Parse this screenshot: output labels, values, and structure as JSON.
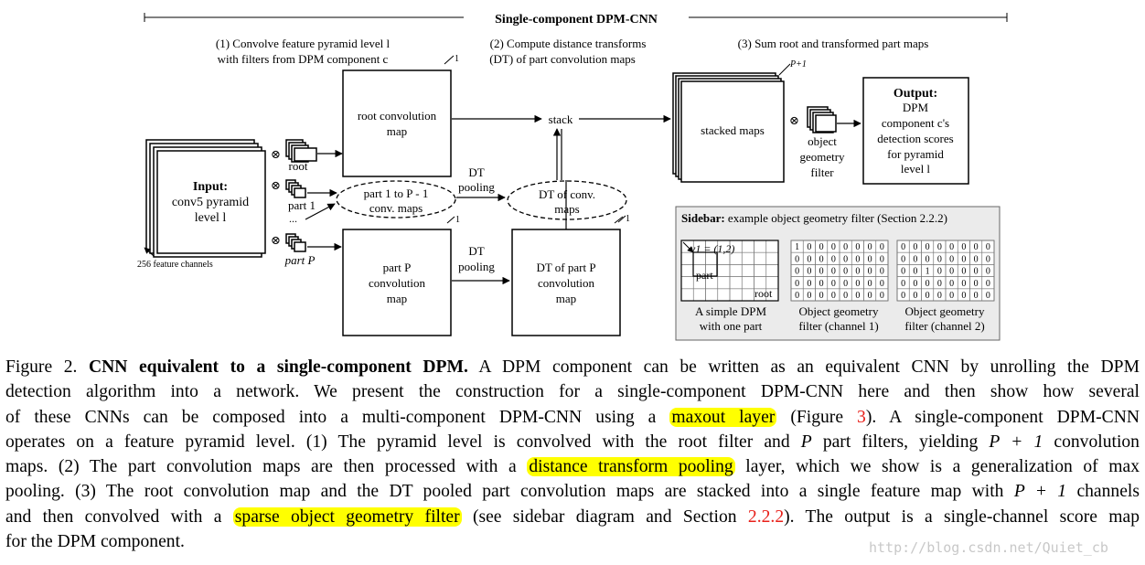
{
  "diagram": {
    "title": "Single-component DPM-CNN",
    "step1_line1": "(1) Convolve feature pyramid level l",
    "step1_line2": "with filters from DPM component c",
    "step2_line1": "(2) Compute distance transforms",
    "step2_line2": "(DT) of part convolution maps",
    "step3": "(3) Sum root and transformed part maps",
    "input_title": "Input:",
    "input_line1": "conv5 pyramid",
    "input_line2": "level l",
    "feature_channels": "256 feature channels",
    "otimes": "⊗",
    "filter_root": "root",
    "filter_part1": "part 1",
    "filter_dots": "...",
    "filter_partP": "part P",
    "root_conv_line1": "root convolution",
    "root_conv_line2": "map",
    "part_maps_line1": "part 1 to P - 1",
    "part_maps_line2": "conv. maps",
    "partP_conv_line1": "part P",
    "partP_conv_line2": "convolution",
    "partP_conv_line3": "map",
    "dt_pool_line1": "DT",
    "dt_pool_line2": "pooling",
    "dt_conv_line1": "DT of conv.",
    "dt_conv_line2": "maps",
    "dt_partP_line1": "DT of part P",
    "dt_partP_line2": "convolution",
    "dt_partP_line3": "map",
    "stack": "stack",
    "stacked_maps": "stacked maps",
    "depth_one": "1",
    "depth_p1": "P+1",
    "geom_filter_line1": "object",
    "geom_filter_line2": "geometry",
    "geom_filter_line3": "filter",
    "output_title": "Output:",
    "output_line1": "DPM",
    "output_line2": "component c's",
    "output_line3": "detection scores",
    "output_line4": "for pyramid",
    "output_line5": "level l",
    "sidebar_title": "Sidebar:",
    "sidebar_rest": "example object geometry filter (Section 2.2.2)",
    "v1_label": "v1 = (1,2)",
    "grid_part": "part",
    "grid_root": "root",
    "panel1_line1": "A simple DPM",
    "panel1_line2": "with one part",
    "panel2_line1": "Object geometry",
    "panel2_line2": "filter (channel 1)",
    "panel3_line1": "Object geometry",
    "panel3_line2": "filter (channel 2)",
    "channel1_rows": [
      "1",
      "0",
      "0",
      "0",
      "0",
      "0",
      "0",
      "0",
      "0",
      "0",
      "0",
      "0",
      "0",
      "0",
      "0",
      "0",
      "0",
      "0",
      "0",
      "0",
      "0",
      "0",
      "0",
      "0",
      "0",
      "0",
      "0",
      "0",
      "0",
      "0",
      "0",
      "0",
      "0",
      "0",
      "0",
      "0",
      "0",
      "0",
      "0",
      "0"
    ],
    "channel2_rows": [
      "0",
      "0",
      "0",
      "0",
      "0",
      "0",
      "0",
      "0",
      "0",
      "0",
      "0",
      "0",
      "0",
      "0",
      "0",
      "0",
      "0",
      "0",
      "1",
      "0",
      "0",
      "0",
      "0",
      "0",
      "0",
      "0",
      "0",
      "0",
      "0",
      "0",
      "0",
      "0",
      "0",
      "0",
      "0",
      "0",
      "0",
      "0",
      "0",
      "0"
    ]
  },
  "caption": {
    "fig_label": "Figure 2.",
    "fig_title": "CNN equivalent to a single-component DPM.",
    "l1": "A DPM component can be written as an equivalent CNN by unrolling the DPM",
    "l2": "detection algorithm into a network.  We present the construction for a single-component DPM-CNN here and then show how several",
    "l3a": "of these CNNs can be composed into a multi-component DPM-CNN using a",
    "hl1": "maxout layer",
    "l3b": "(Figure",
    "ref1": "3",
    "l3c": ").  A single-component DPM-CNN",
    "l4a": "operates on a feature pyramid level. (1) The pyramid level is convolved with the root filter and",
    "l4P": "P",
    "l4b": "part filters, yielding",
    "l4P2": "P + 1",
    "l4c": "convolution",
    "l5a": "maps. (2) The part convolution maps are then processed with a",
    "hl2": "distance transform pooling",
    "l5b": "layer, which we show is a generalization of max",
    "l6a": "pooling. (3) The root convolution map and the DT pooled part convolution maps are stacked into a single feature map with",
    "l6P": "P + 1",
    "l6b": "channels",
    "l7a": "and then convolved with a",
    "hl3": "sparse object geometry filter",
    "l7b": "(see sidebar diagram and Section",
    "ref2": "2.2.2",
    "l7c": "). The output is a single-channel score map",
    "l8": "for the DPM component."
  },
  "watermark": "http://blog.csdn.net/Quiet_cb"
}
